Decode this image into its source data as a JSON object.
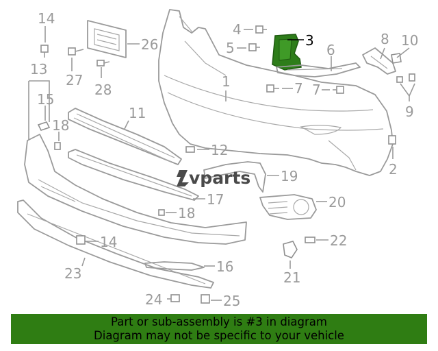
{
  "highlight_color": "#2e7d1a",
  "banner_color": "#2f7d13",
  "callouts": [
    {
      "id": "c1",
      "text": "1"
    },
    {
      "id": "c2",
      "text": "2"
    },
    {
      "id": "c3",
      "text": "3"
    },
    {
      "id": "c4",
      "text": "4"
    },
    {
      "id": "c5",
      "text": "5"
    },
    {
      "id": "c6",
      "text": "6"
    },
    {
      "id": "c7a",
      "text": "7"
    },
    {
      "id": "c7b",
      "text": "7"
    },
    {
      "id": "c8",
      "text": "8"
    },
    {
      "id": "c9",
      "text": "9"
    },
    {
      "id": "c10",
      "text": "10"
    },
    {
      "id": "c11",
      "text": "11"
    },
    {
      "id": "c12",
      "text": "12"
    },
    {
      "id": "c13",
      "text": "13"
    },
    {
      "id": "c14a",
      "text": "14"
    },
    {
      "id": "c14b",
      "text": "14"
    },
    {
      "id": "c15",
      "text": "15"
    },
    {
      "id": "c16",
      "text": "16"
    },
    {
      "id": "c17",
      "text": "17"
    },
    {
      "id": "c18a",
      "text": "18"
    },
    {
      "id": "c18b",
      "text": "18"
    },
    {
      "id": "c19",
      "text": "19"
    },
    {
      "id": "c20",
      "text": "20"
    },
    {
      "id": "c21",
      "text": "21"
    },
    {
      "id": "c22",
      "text": "22"
    },
    {
      "id": "c23",
      "text": "23"
    },
    {
      "id": "c24",
      "text": "24"
    },
    {
      "id": "c25",
      "text": "25"
    },
    {
      "id": "c26",
      "text": "26"
    },
    {
      "id": "c27",
      "text": "27"
    },
    {
      "id": "c28",
      "text": "28"
    }
  ],
  "watermark": {
    "text": "vparts",
    "icon": "vparts-logo-icon"
  },
  "banner": {
    "line1": "Part or sub-assembly is #3 in diagram",
    "line2": "Diagram may not be specific to your vehicle"
  }
}
